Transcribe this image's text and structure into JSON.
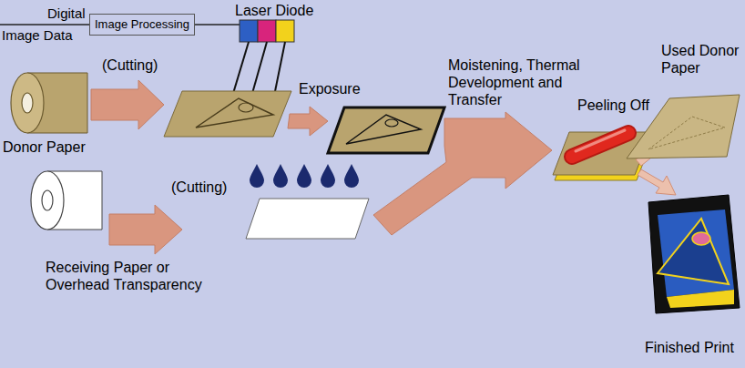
{
  "diagram": {
    "nodes": [
      {
        "text": [
          "Image Processing"
        ]
      }
    ],
    "labels": [
      "Digital",
      "Image Data",
      "Laser Diode",
      "(Cutting)",
      "Exposure",
      "Moistening, Thermal Development and Transfer",
      "Peeling Off",
      "Used Donor Paper",
      "Donor Paper",
      "(Cutting)",
      "Receiving Paper or Overhead Transparency",
      "Finished Print"
    ]
  }
}
